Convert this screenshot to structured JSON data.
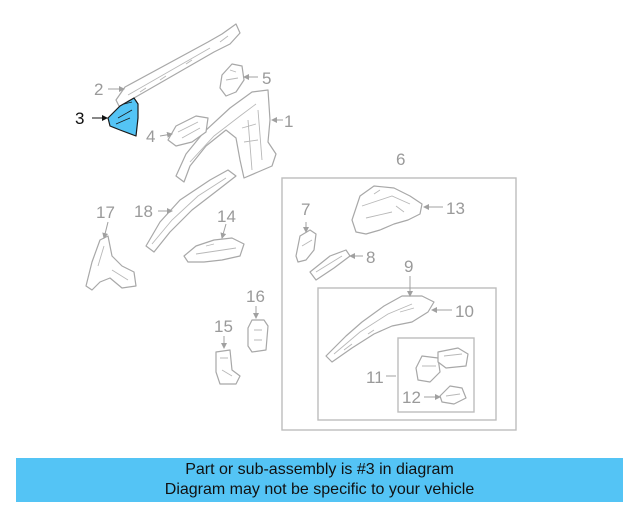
{
  "callouts": {
    "c1": "1",
    "c2": "2",
    "c3": "3",
    "c4": "4",
    "c5": "5",
    "c6": "6",
    "c7": "7",
    "c8": "8",
    "c9": "9",
    "c10": "10",
    "c11": "11",
    "c12": "12",
    "c13": "13",
    "c14": "14",
    "c15": "15",
    "c16": "16",
    "c17": "17",
    "c18": "18"
  },
  "highlighted_part": "3",
  "colors": {
    "highlight_fill": "#54c4f5",
    "banner_bg": "#54c4f5",
    "line_gray": "#a8a8a8"
  },
  "banner": {
    "line1": "Part or sub-assembly is #3 in diagram",
    "line2": "Diagram may not be specific to your vehicle"
  }
}
